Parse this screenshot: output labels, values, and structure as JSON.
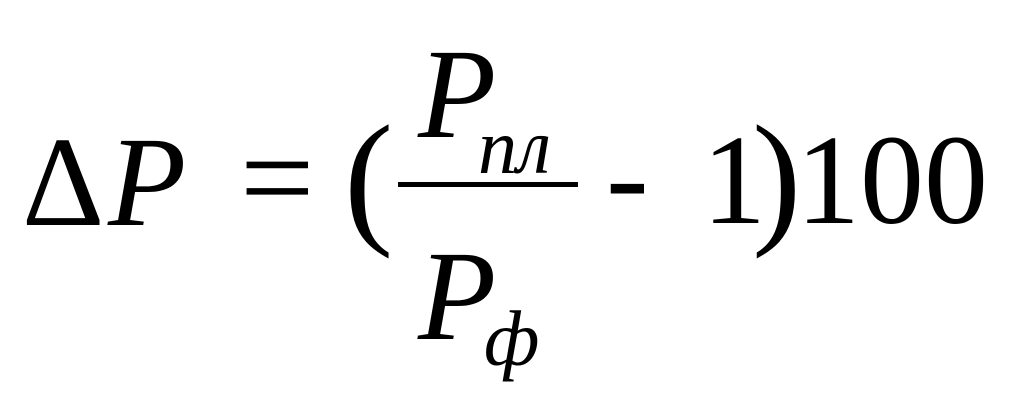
{
  "formula": {
    "lhs": {
      "delta": "Δ",
      "variable": "P"
    },
    "equals": "=",
    "open_paren": "(",
    "fraction": {
      "numerator": {
        "variable": "P",
        "subscript": "пл"
      },
      "denominator": {
        "variable": "P",
        "subscript": "ф"
      }
    },
    "minus": "-",
    "one": "1",
    "close_paren": ")",
    "multiplier": "100"
  }
}
